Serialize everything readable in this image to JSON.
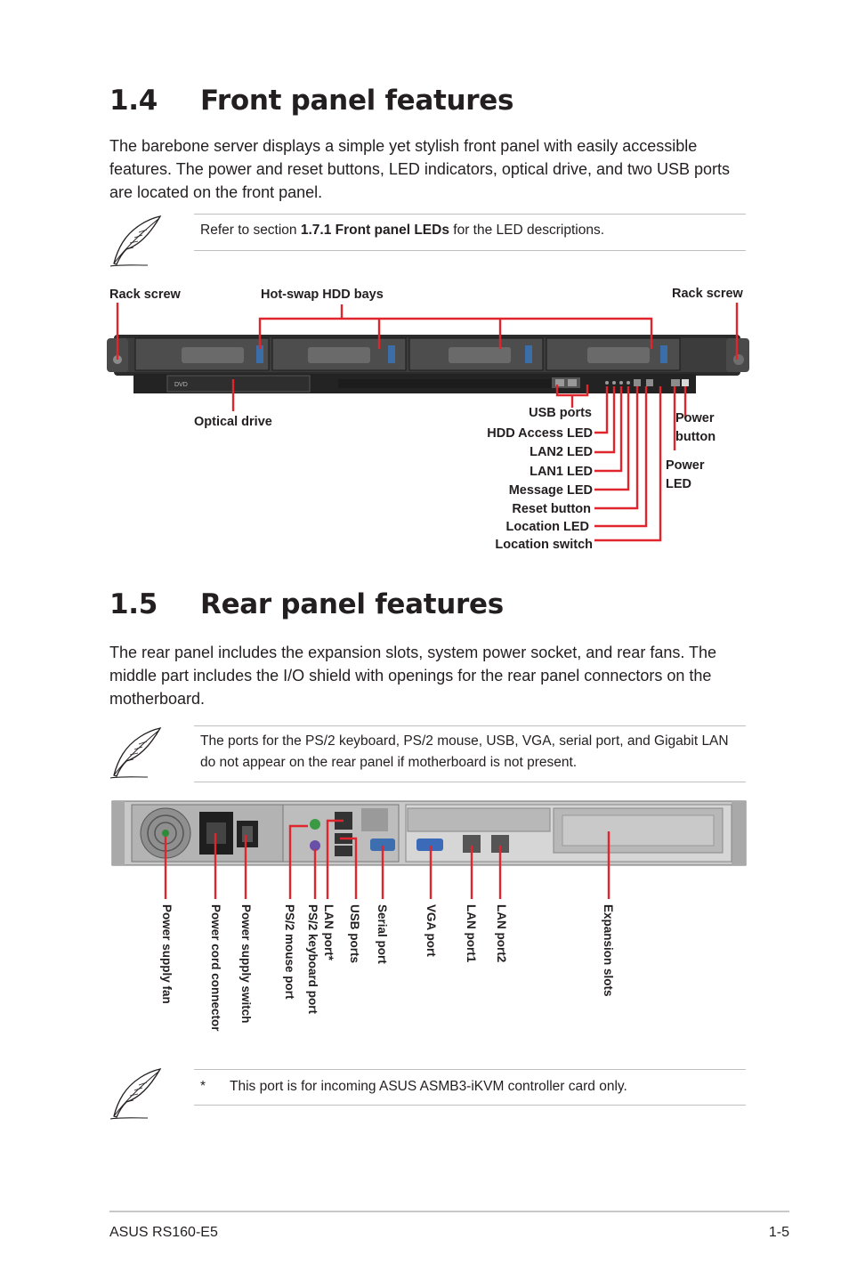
{
  "section_front": {
    "number": "1.4",
    "title": "Front panel features"
  },
  "front_intro": "The barebone server displays a simple yet stylish front panel with easily accessible features. The power and reset buttons, LED indicators, optical drive, and two USB ports are located on the front panel.",
  "note1": {
    "prefix": "Refer to section ",
    "bold": "1.7.1 Front panel LEDs",
    "suffix": " for the LED descriptions."
  },
  "front_labels": {
    "rack_screw_left": "Rack screw",
    "hot_swap": "Hot-swap HDD bays",
    "rack_screw_right": "Rack screw",
    "optical_drive": "Optical drive",
    "usb_ports": "USB ports",
    "hdd_access_led": "HDD Access LED",
    "lan2_led": "LAN2 LED",
    "lan1_led": "LAN1 LED",
    "message_led": "Message LED",
    "reset_button": "Reset button",
    "location_led": "Location LED",
    "location_switch": "Location switch",
    "power_button_1": "Power",
    "power_button_2": "button",
    "power_led_1": "Power",
    "power_led_2": "LED"
  },
  "section_rear": {
    "number": "1.5",
    "title": "Rear panel features"
  },
  "rear_intro": "The rear panel includes the expansion slots, system power socket, and rear fans. The middle part includes the I/O shield with openings for the rear panel connectors on the motherboard.",
  "note2": "The ports for the PS/2 keyboard, PS/2 mouse, USB, VGA, serial port, and Gigabit LAN do not appear on the rear panel if motherboard is not present.",
  "rear_labels": {
    "power_supply_fan": "Power supply fan",
    "power_cord_connector": "Power cord connector",
    "power_supply_switch": "Power supply switch",
    "ps2_mouse_port": "PS/2 mouse port",
    "ps2_keyboard_port": "PS/2 keyboard port",
    "lan_port_star": "LAN port*",
    "usb_ports": "USB ports",
    "serial_port": "Serial port",
    "vga_port": "VGA port",
    "lan_port1": "LAN port1",
    "lan_port2": "LAN port2",
    "expansion_slots": "Expansion slots"
  },
  "note3": {
    "star": "*",
    "text": "This port is for incoming ASUS ASMB3-iKVM controller card only."
  },
  "footer": {
    "left": "ASUS RS160-E5",
    "right": "1-5"
  },
  "colors": {
    "callout": "#e0262c",
    "text": "#231f20"
  }
}
